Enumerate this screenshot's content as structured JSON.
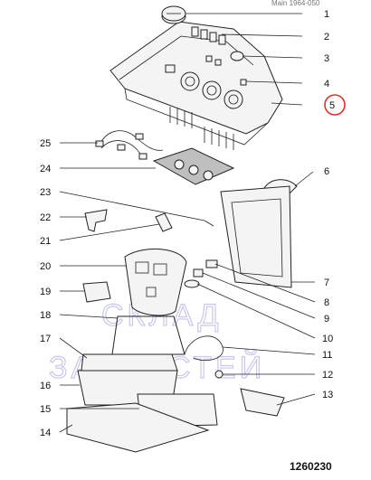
{
  "header_text": "Main 1964-050",
  "document_number": "1260230",
  "watermark": {
    "line1": "СКЛАД",
    "line2": "ЗАПЧАСТЕЙ"
  },
  "colors": {
    "highlight": "#d9342b",
    "watermark": "#c8c8ee"
  },
  "highlighted_label": "5",
  "labels_right": [
    "1",
    "2",
    "3",
    "4",
    "5",
    "6",
    "7",
    "8",
    "9",
    "10",
    "11",
    "12",
    "13"
  ],
  "labels_left": [
    "25",
    "24",
    "23",
    "22",
    "21",
    "20",
    "19",
    "18",
    "17",
    "16",
    "15",
    "14"
  ]
}
